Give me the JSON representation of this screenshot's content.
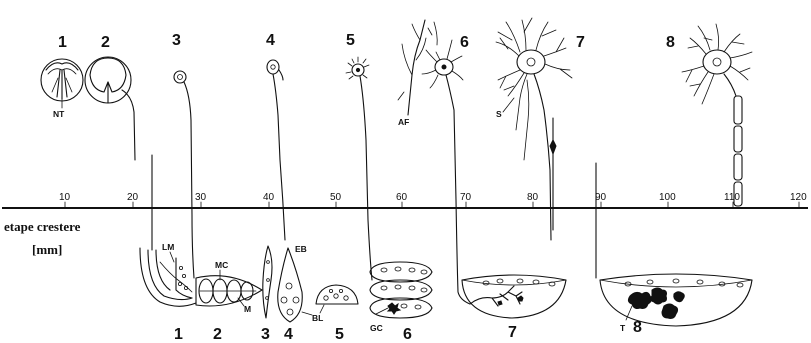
{
  "axis": {
    "title": "etape crestere",
    "unit": "[mm]",
    "ticks": [
      "10",
      "20",
      "30",
      "40",
      "50",
      "60",
      "70",
      "80",
      "90",
      "100",
      "110",
      "120"
    ]
  },
  "top_stages": [
    "1",
    "2",
    "3",
    "4",
    "5",
    "6",
    "7",
    "8"
  ],
  "bottom_stages": [
    "1",
    "2",
    "3",
    "4",
    "5",
    "6",
    "7",
    "8"
  ],
  "labels": {
    "nt": "NT",
    "af": "AF",
    "s": "S",
    "lm": "LM",
    "mc": "MC",
    "m": "M",
    "eb": "EB",
    "bl": "BL",
    "gc": "GC",
    "t": "T"
  }
}
